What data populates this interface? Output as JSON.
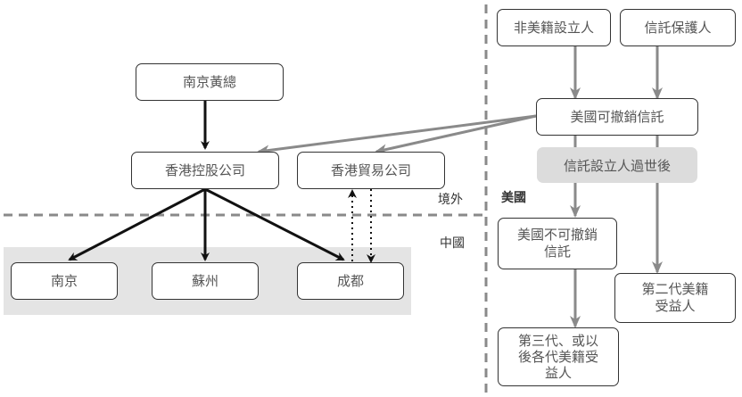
{
  "nodes": {
    "nanjing_hq": "南京黃總",
    "hk_holding": "香港控股公司",
    "hk_trading": "香港貿易公司",
    "nanjing": "南京",
    "suzhou": "蘇州",
    "chengdu": "成都",
    "non_us_settlor": "非美籍設立人",
    "trust_protector": "信託保護人",
    "us_revocable_trust": "美國可撤銷信託",
    "after_settlor_death": "信託設立人過世後",
    "us_irrevocable_trust": "美國不可撤銷\n信託",
    "second_gen_beneficiary": "第二代美籍\n受益人",
    "third_gen_beneficiary": "第三代、或以\n後各代美籍受\n益人"
  },
  "regions": {
    "offshore": "境外",
    "china": "中國",
    "usa": "美國"
  },
  "colors": {
    "black_arrow": "#111111",
    "gray_arrow": "#8a8a8a",
    "divider": "#8a8a8a",
    "china_region_fill": "#e4e4e4",
    "condition_fill": "#dcdcdc"
  }
}
